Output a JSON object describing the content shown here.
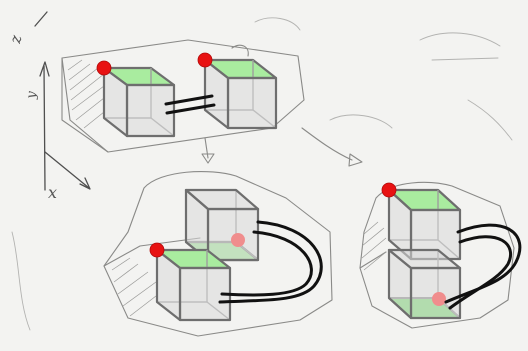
{
  "labels": {
    "z_axis": "z",
    "y_axis": "y",
    "x_axis": "x"
  },
  "colors": {
    "paper": "#f3f3f1",
    "cube_edge": "#6e6e6e",
    "contact_face": "#a9ec9f",
    "corner_dot": "#e81212",
    "hidden_corner_dot": "#f08d8d",
    "link": "#111111"
  }
}
